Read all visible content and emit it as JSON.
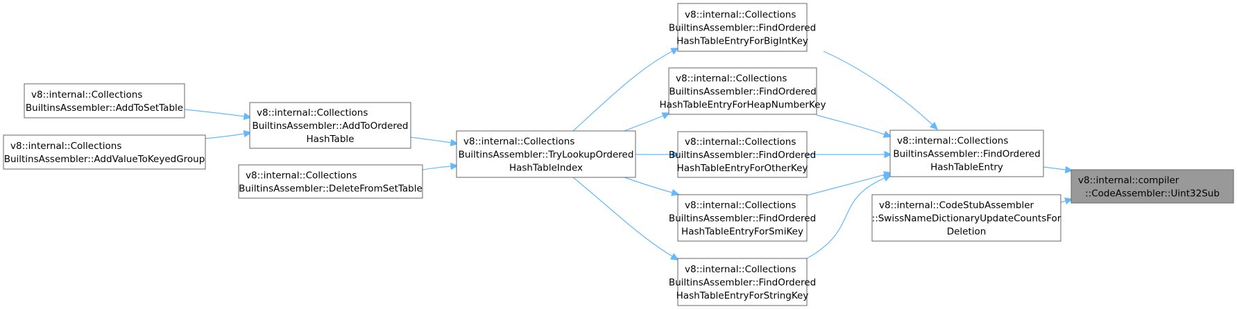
{
  "graph": {
    "nodes": {
      "n_uint32sub": [
        "v8::internal::compiler",
        "::CodeAssembler::Uint32Sub"
      ],
      "n_find_entry": [
        "v8::internal::Collections",
        "BuiltinsAssembler::FindOrdered",
        "HashTableEntry"
      ],
      "n_swiss": [
        "v8::internal::CodeStubAssembler",
        "::SwissNameDictionaryUpdateCountsFor",
        "Deletion"
      ],
      "n_bigint": [
        "v8::internal::Collections",
        "BuiltinsAssembler::FindOrdered",
        "HashTableEntryForBigIntKey"
      ],
      "n_heapnum": [
        "v8::internal::Collections",
        "BuiltinsAssembler::FindOrdered",
        "HashTableEntryForHeapNumberKey"
      ],
      "n_other": [
        "v8::internal::Collections",
        "BuiltinsAssembler::FindOrdered",
        "HashTableEntryForOtherKey"
      ],
      "n_smi": [
        "v8::internal::Collections",
        "BuiltinsAssembler::FindOrdered",
        "HashTableEntryForSmiKey"
      ],
      "n_string": [
        "v8::internal::Collections",
        "BuiltinsAssembler::FindOrdered",
        "HashTableEntryForStringKey"
      ],
      "n_trylookup": [
        "v8::internal::Collections",
        "BuiltinsAssembler::TryLookupOrdered",
        "HashTableIndex"
      ],
      "n_addto_ordered": [
        "v8::internal::Collections",
        "BuiltinsAssembler::AddToOrdered",
        "HashTable"
      ],
      "n_delete_set": [
        "v8::internal::Collections",
        "BuiltinsAssembler::DeleteFromSetTable"
      ],
      "n_addto_set": [
        "v8::internal::Collections",
        "BuiltinsAssembler::AddToSetTable"
      ],
      "n_addvalue_keyed": [
        "v8::internal::Collections",
        "BuiltinsAssembler::AddValueToKeyedGroup"
      ]
    },
    "edges": [
      [
        "n_find_entry",
        "n_uint32sub"
      ],
      [
        "n_swiss",
        "n_uint32sub"
      ],
      [
        "n_bigint",
        "n_find_entry"
      ],
      [
        "n_heapnum",
        "n_find_entry"
      ],
      [
        "n_other",
        "n_find_entry"
      ],
      [
        "n_smi",
        "n_find_entry"
      ],
      [
        "n_string",
        "n_find_entry"
      ],
      [
        "n_trylookup",
        "n_bigint"
      ],
      [
        "n_trylookup",
        "n_heapnum"
      ],
      [
        "n_trylookup",
        "n_other"
      ],
      [
        "n_trylookup",
        "n_smi"
      ],
      [
        "n_trylookup",
        "n_string"
      ],
      [
        "n_addto_ordered",
        "n_trylookup"
      ],
      [
        "n_delete_set",
        "n_trylookup"
      ],
      [
        "n_addto_set",
        "n_addto_ordered"
      ],
      [
        "n_addvalue_keyed",
        "n_addto_ordered"
      ]
    ],
    "colors": {
      "edge": "#63b8ff",
      "node_border": "#666666",
      "highlight_fill": "#999999"
    }
  }
}
